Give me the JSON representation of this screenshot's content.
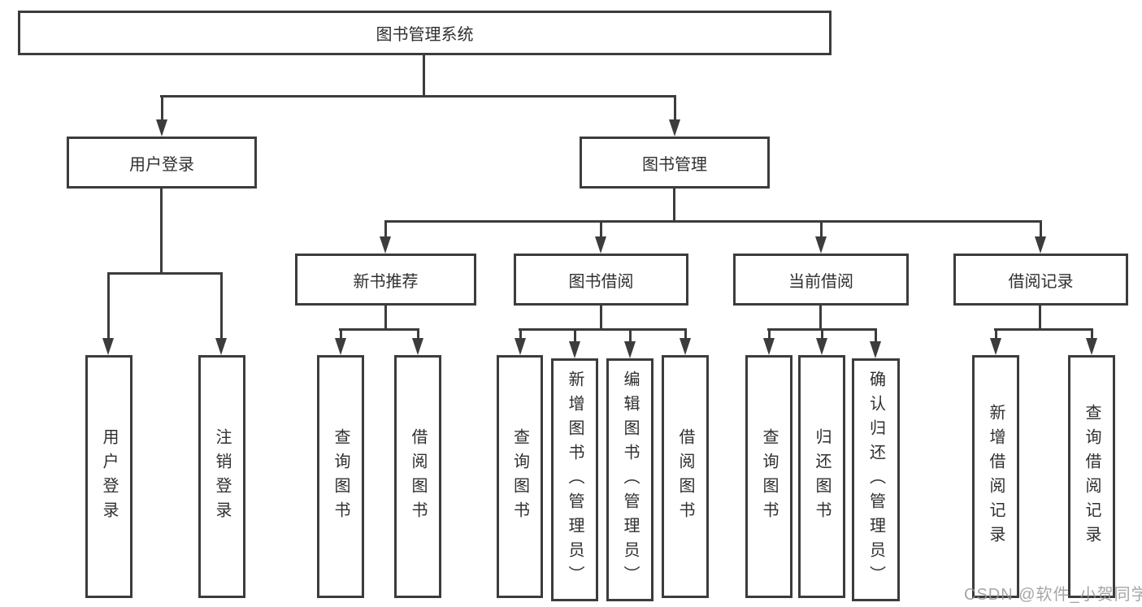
{
  "tree": {
    "root": "图书管理系统",
    "branches": [
      {
        "label": "用户登录",
        "children": [
          {
            "label": "用户登录"
          },
          {
            "label": "注销登录"
          }
        ]
      },
      {
        "label": "图书管理",
        "children": [
          {
            "label": "新书推荐",
            "children": [
              {
                "label": "查询图书"
              },
              {
                "label": "借阅图书"
              }
            ]
          },
          {
            "label": "图书借阅",
            "children": [
              {
                "label": "查询图书"
              },
              {
                "label": "新增图书（管理员）"
              },
              {
                "label": "编辑图书（管理员）"
              },
              {
                "label": "借阅图书"
              }
            ]
          },
          {
            "label": "当前借阅",
            "children": [
              {
                "label": "查询图书"
              },
              {
                "label": "归还图书"
              },
              {
                "label": "确认归还（管理员）"
              }
            ]
          },
          {
            "label": "借阅记录",
            "children": [
              {
                "label": "新增借阅记录"
              },
              {
                "label": "查询借阅记录"
              }
            ]
          }
        ]
      }
    ]
  },
  "watermark": {
    "text": "CSDN @软件_小贺同学"
  },
  "colors": {
    "line": "#3c3c3c",
    "text": "#2f2f2f",
    "watermark": "#969696"
  }
}
